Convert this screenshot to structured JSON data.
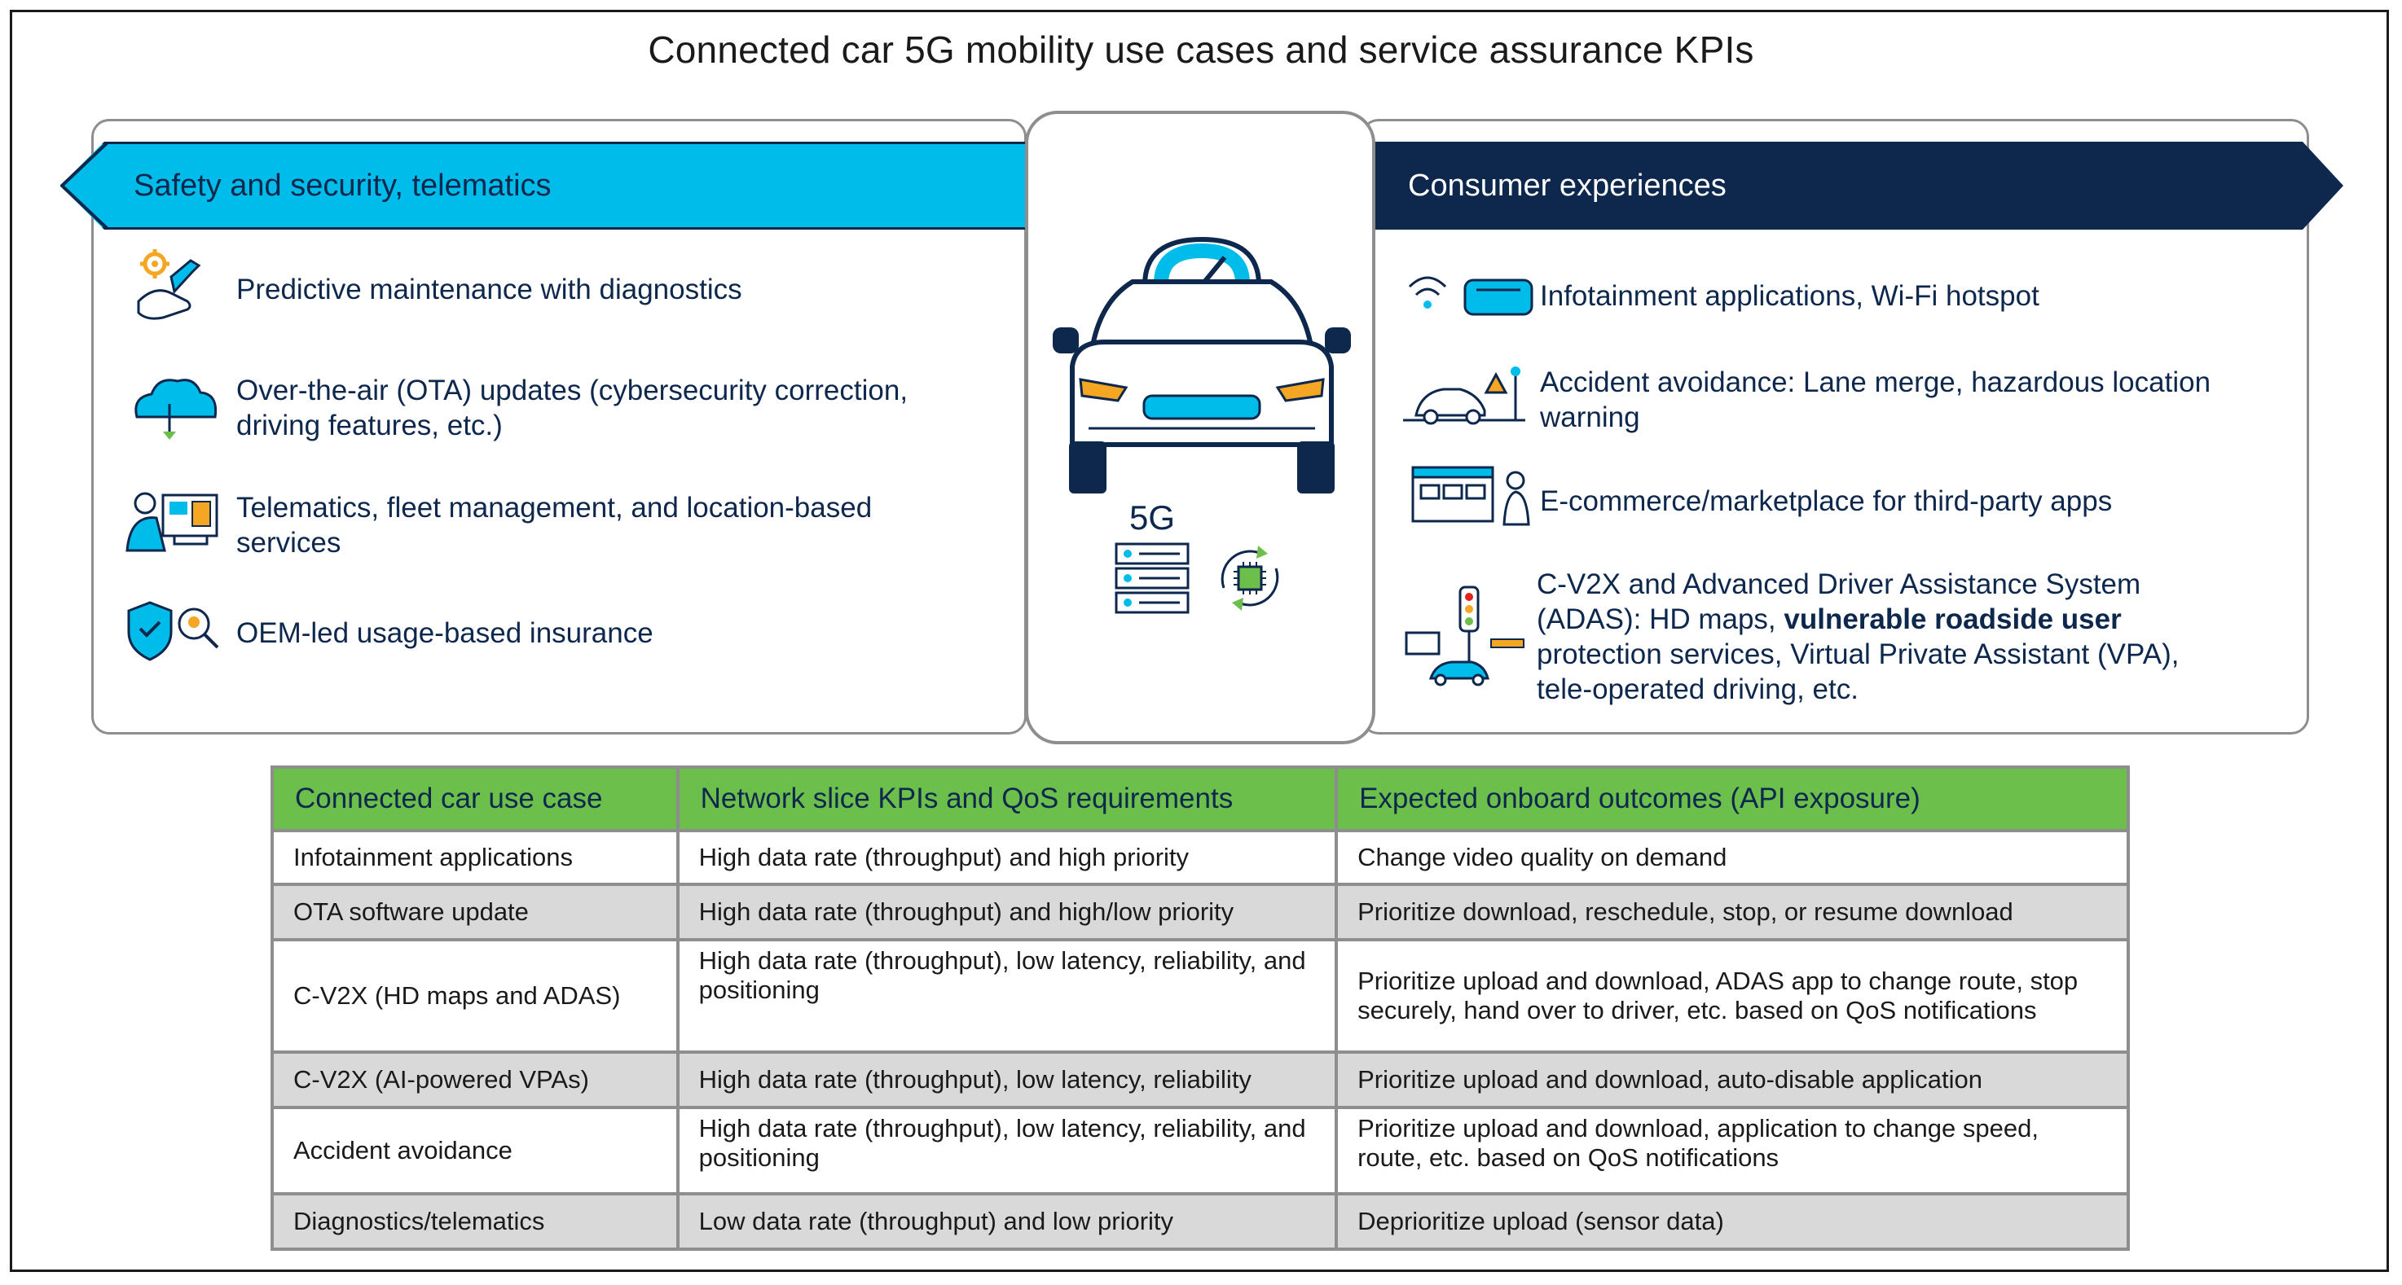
{
  "title": "Connected car 5G mobility use cases and service assurance KPIs",
  "left_panel": {
    "heading": "Safety and security, telematics",
    "items": [
      {
        "icon": "wrench-gear-hand-icon",
        "text": "Predictive maintenance with diagnostics"
      },
      {
        "icon": "cloud-download-icon",
        "text": "Over-the-air (OTA) updates (cybersecurity correction, driving features, etc.)"
      },
      {
        "icon": "fleet-operator-icon",
        "text": "Telematics, fleet management, and location-based services"
      },
      {
        "icon": "shield-insurance-icon",
        "text": "OEM-led usage-based insurance"
      }
    ]
  },
  "center": {
    "label_5g": "5G",
    "icons": [
      "car-speedometer-icon",
      "server-stack-icon",
      "chip-refresh-icon"
    ]
  },
  "right_panel": {
    "heading": "Consumer experiences",
    "items": [
      {
        "icon": "wifi-vr-headset-icon",
        "text": "Infotainment applications, Wi-Fi hotspot"
      },
      {
        "icon": "car-hazard-warning-icon",
        "text": "Accident avoidance: Lane merge, hazardous location warning"
      },
      {
        "icon": "marketplace-browser-icon",
        "text": "E-commerce/marketplace for third-party apps"
      },
      {
        "icon": "traffic-light-adas-icon",
        "text_before": "C-V2X and Advanced Driver Assistance System (ADAS): HD maps, ",
        "text_bold": "vulnerable roadside user",
        "text_after": " protection services, Virtual Private Assistant (VPA), tele-operated driving, etc."
      }
    ]
  },
  "colors": {
    "cyan": "#00bceb",
    "navy": "#0d274d",
    "green": "#6cbf4b",
    "orange": "#f5a623",
    "gray_row": "#d9d9d9"
  },
  "table": {
    "headers": [
      "Connected car use case",
      "Network slice KPIs and QoS requirements",
      "Expected onboard outcomes (API exposure)"
    ],
    "rows": [
      [
        "Infotainment applications",
        "High data rate (throughput) and high priority",
        "Change video quality on demand"
      ],
      [
        "OTA software update",
        "High data rate (throughput) and high/low priority",
        "Prioritize download, reschedule, stop, or resume download"
      ],
      [
        "C-V2X (HD maps and ADAS)",
        "High data rate (throughput), low latency, reliability, and positioning",
        "Prioritize upload and download, ADAS app to change route, stop securely, hand over to driver, etc. based on QoS notifications"
      ],
      [
        "C-V2X (AI-powered VPAs)",
        "High data rate (throughput), low latency, reliability",
        "Prioritize upload and download, auto-disable application"
      ],
      [
        "Accident avoidance",
        "High data rate (throughput), low latency, reliability, and positioning",
        "Prioritize upload and download, application to change speed, route, etc. based on QoS notifications"
      ],
      [
        "Diagnostics/telematics",
        "Low data rate (throughput) and low priority",
        "Deprioritize upload (sensor data)"
      ]
    ]
  }
}
